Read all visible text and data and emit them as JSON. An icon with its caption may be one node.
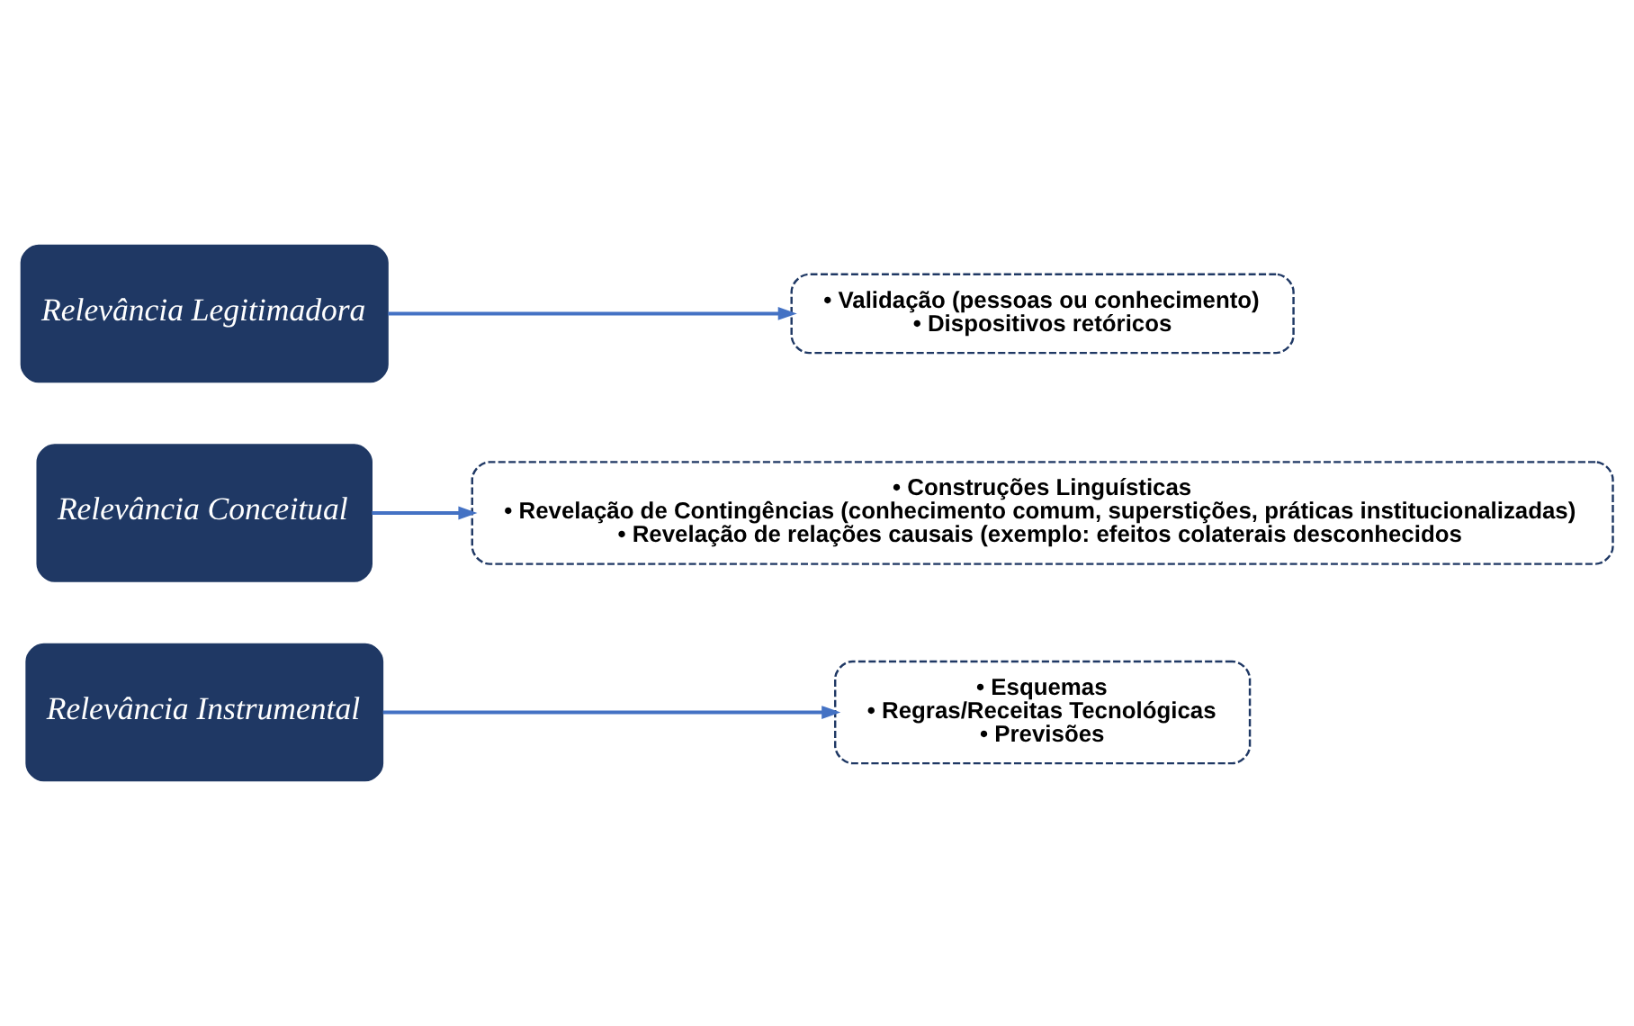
{
  "diagram": {
    "nodes": [
      {
        "text": [
          "Relevância Instrumental"
        ]
      },
      {
        "text": [
          "• Esquemas",
          "• Regras/Receitas Tecnológicas",
          "• Previsões"
        ]
      },
      {
        "text": [
          "Relevância Conceitual"
        ]
      },
      {
        "text": [
          "• Construções Linguísticas",
          "• Revelação de Contingências (conhecimento comum, superstições, práticas institucionalizadas)",
          "• Revelação de relações causais (exemplo: efeitos colaterais desconhecidos"
        ]
      },
      {
        "text": [
          "Relevância Legitimadora"
        ]
      },
      {
        "text": [
          "• Validação (pessoas ou conhecimento)",
          "• Dispositivos retóricos"
        ]
      }
    ],
    "edges": [
      {
        "from": 0,
        "to": 1,
        "arrow": "to"
      },
      {
        "from": 2,
        "to": 3,
        "arrow": "to"
      },
      {
        "from": 4,
        "to": 5,
        "arrow": "to"
      }
    ]
  }
}
